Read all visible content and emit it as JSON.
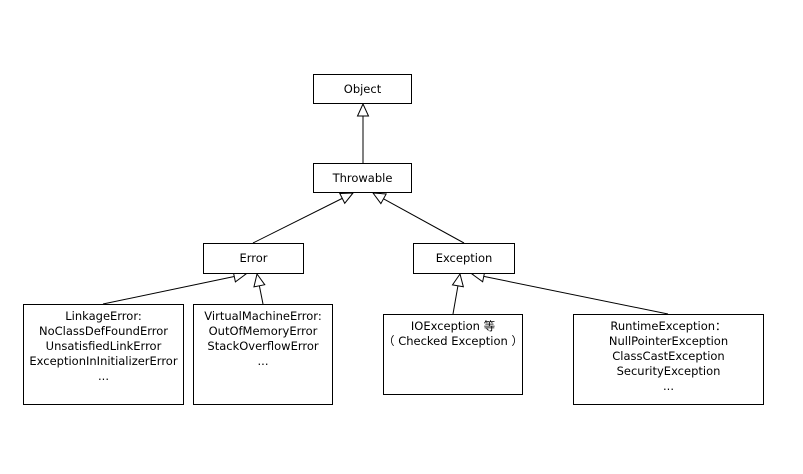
{
  "nodes": {
    "object": {
      "lines": [
        "Object"
      ]
    },
    "throwable": {
      "lines": [
        "Throwable"
      ]
    },
    "error": {
      "lines": [
        "Error"
      ]
    },
    "exception": {
      "lines": [
        "Exception"
      ]
    },
    "linkage_error": {
      "lines": [
        "LinkageError:",
        "NoClassDefFoundError",
        "UnsatisfiedLinkError",
        "ExceptionInInitializerError",
        "..."
      ]
    },
    "vm_error": {
      "lines": [
        "VirtualMachineError:",
        "OutOfMemoryError",
        "StackOverflowError",
        "..."
      ]
    },
    "io_exception": {
      "lines": [
        "IOException 等",
        "（ Checked Exception ）"
      ]
    },
    "runtime_exception": {
      "lines": [
        "RuntimeException：",
        "NullPointerException",
        "ClassCastException",
        "SecurityException",
        "..."
      ]
    }
  },
  "edges": [
    {
      "from": "throwable",
      "to": "object"
    },
    {
      "from": "error",
      "to": "throwable"
    },
    {
      "from": "exception",
      "to": "throwable"
    },
    {
      "from": "linkage_error",
      "to": "error"
    },
    {
      "from": "vm_error",
      "to": "error"
    },
    {
      "from": "io_exception",
      "to": "exception"
    },
    {
      "from": "runtime_exception",
      "to": "exception"
    }
  ]
}
